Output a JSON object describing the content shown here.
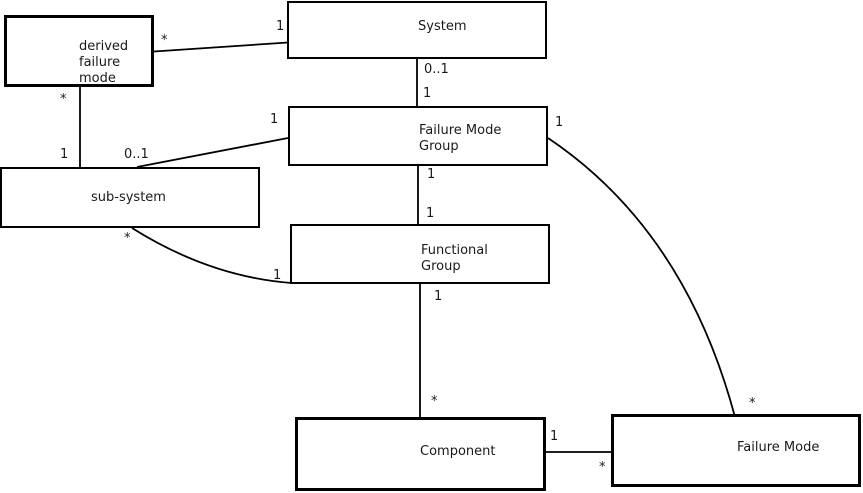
{
  "diagram": {
    "type": "uml-class-diagram",
    "background": "#ffffff",
    "line_color": "#000000",
    "text_color": "#1a1a1a",
    "nodes": {
      "derived_failure_mode": {
        "lines": [
          "derived",
          "failure",
          "mode"
        ]
      },
      "system": {
        "lines": [
          "System"
        ]
      },
      "failure_mode_group": {
        "lines": [
          "Failure Mode",
          "Group"
        ]
      },
      "sub_system": {
        "lines": [
          "sub-system"
        ]
      },
      "functional_group": {
        "lines": [
          "Functional",
          "Group"
        ]
      },
      "component": {
        "lines": [
          "Component"
        ]
      },
      "failure_mode": {
        "lines": [
          "Failure Mode"
        ]
      }
    },
    "edges": [
      {
        "from": "system",
        "to": "derived_failure_mode",
        "from_label": "1",
        "to_label": "*"
      },
      {
        "from": "system",
        "to": "failure_mode_group",
        "from_label": "0..1",
        "to_label": "1"
      },
      {
        "from": "derived_failure_mode",
        "to": "sub_system",
        "from_label": "*",
        "to_label": "1"
      },
      {
        "from": "failure_mode_group",
        "to": "sub_system",
        "from_label": "1",
        "to_label": "0..1"
      },
      {
        "from": "failure_mode_group",
        "to": "functional_group",
        "from_label": "1",
        "to_label": "1"
      },
      {
        "from": "sub_system",
        "to": "functional_group",
        "from_label": "*",
        "to_label": "1"
      },
      {
        "from": "functional_group",
        "to": "component",
        "from_label": "1",
        "to_label": "*"
      },
      {
        "from": "component",
        "to": "failure_mode",
        "from_label": "1",
        "to_label": "*"
      },
      {
        "from": "failure_mode_group",
        "to": "failure_mode",
        "from_label": "1",
        "to_label": "*"
      }
    ]
  }
}
